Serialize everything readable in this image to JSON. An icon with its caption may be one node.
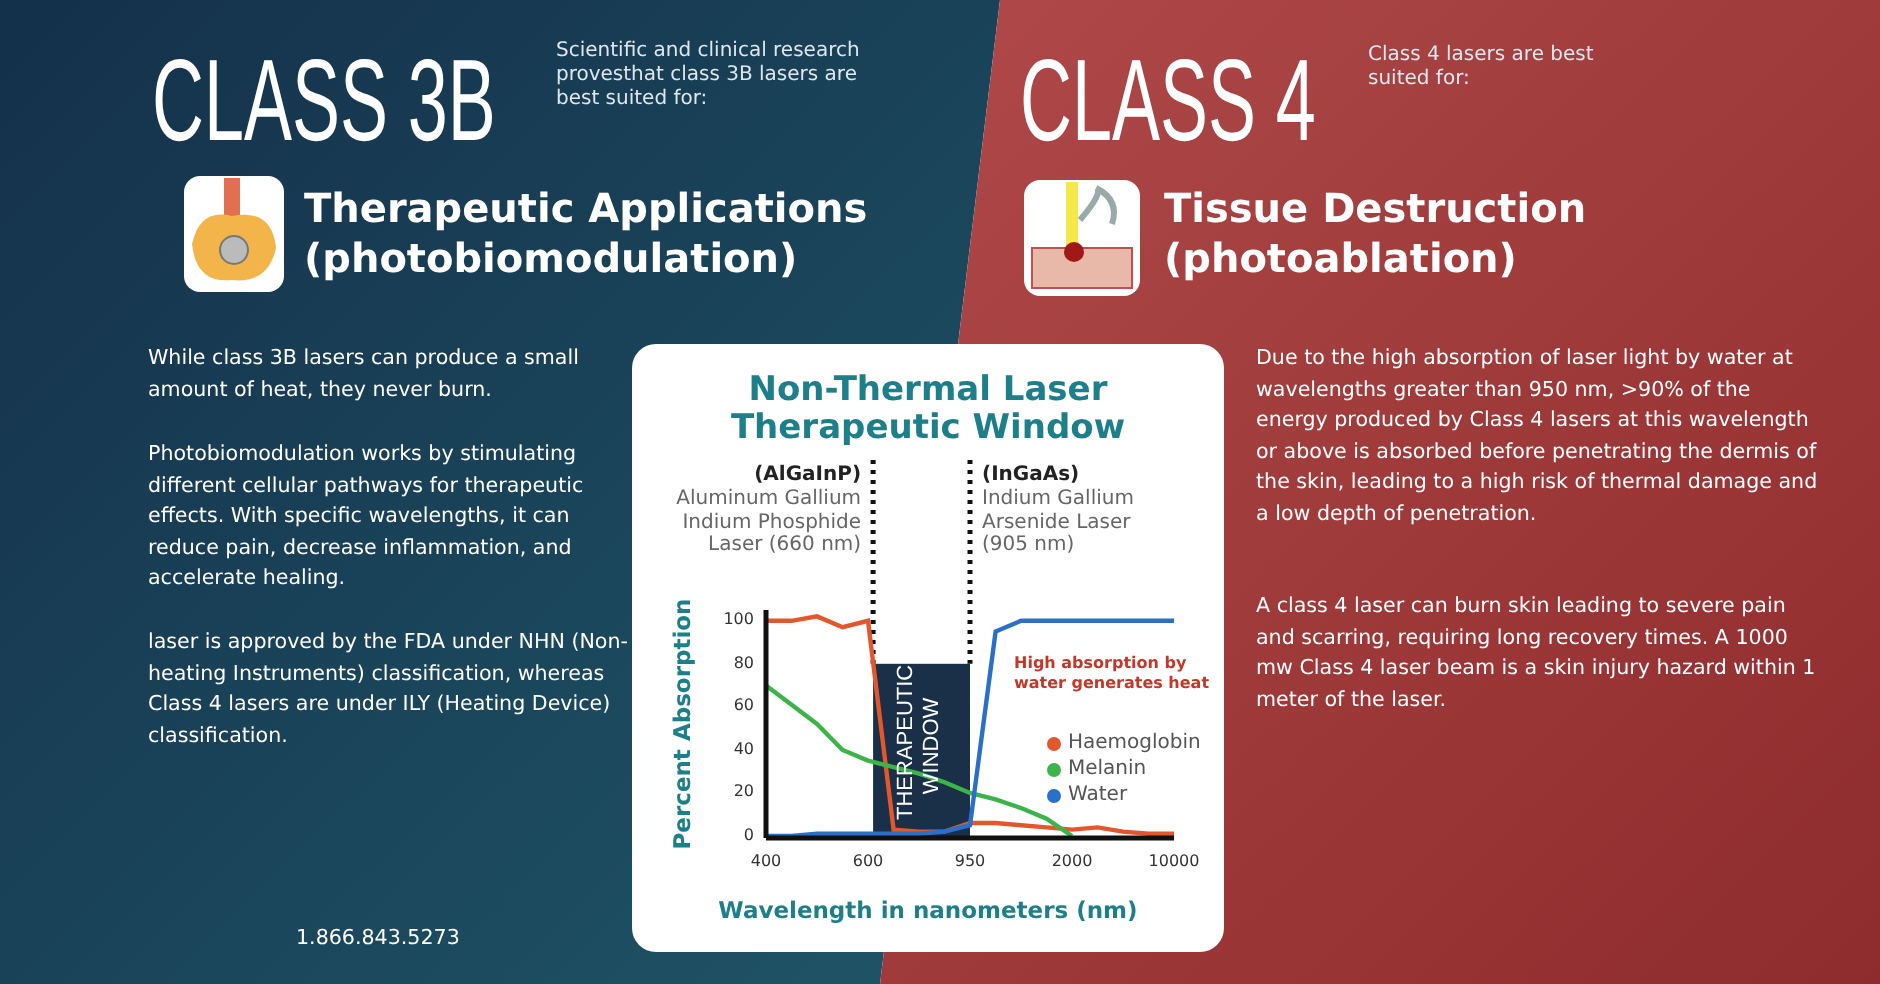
{
  "diagram": {
    "labels": [
      "CLASS 3B",
      "Scientific and clinical research provesthat class 3B lasers are best suited for:",
      "Therapeutic Applications (photobiomodulation)",
      "While class 3B lasers can produce a small amount of heat, they never burn.",
      "Photobiomodulation works by stimulating different cellular pathways for therapeutic effects. With specific wavelengths, it can reduce pain, decrease inflammation, and accelerate healing.",
      "laser is approved by the FDA under NHN (Non-heating Instruments) classification, whereas Class 4 lasers are under ILY (Heating Device) classification.",
      "1.866.843.5273",
      "CLASS 4",
      "Class 4 lasers are best suited for:",
      "Tissue Destruction (photoablation)",
      "Due to the high absorption of laser light by water at wavelengths greater than 950 nm, >90% of the energy produced by Class 4 lasers at this wavelength or above is absorbed before penetrating the dermis of the skin, leading to a high risk of thermal damage and a low depth of penetration.",
      "A class 4 laser can burn skin leading to severe pain and scarring, requiring long recovery times. A 1000 mw Class 4 laser beam is a skin injury hazard within 1 meter of the laser."
    ],
    "chart_data": {
      "type": "line",
      "title": "Non-Thermal Laser Therapeutic Window",
      "xlabel": "Wavelength in nanometers (nm)",
      "ylabel": "Percent Absorption",
      "categories": [
        "400",
        null,
        null,
        null,
        "600",
        null,
        null,
        null,
        "950",
        null,
        null,
        null,
        "2000",
        null,
        null,
        null,
        "10000"
      ],
      "ylim": [
        0,
        105
      ],
      "series": [
        {
          "name": "Haemoglobin",
          "color": "#e2572b",
          "values": [
            100,
            100,
            102,
            97,
            100,
            3,
            2,
            2,
            6,
            6,
            5,
            4,
            3,
            4,
            2,
            1,
            1
          ]
        },
        {
          "name": "Melanin",
          "color": "#3cb44a",
          "values": [
            70,
            61,
            52,
            40,
            35,
            32,
            29,
            25,
            20,
            17,
            13,
            8,
            0,
            null,
            null,
            null,
            null
          ]
        },
        {
          "name": "Water",
          "color": "#2a6fc9",
          "values": [
            0,
            0,
            1,
            1,
            1,
            1,
            1,
            2,
            5,
            95,
            100,
            100,
            100,
            100,
            100,
            100,
            100
          ]
        }
      ],
      "yticks": [
        0,
        20,
        40,
        60,
        80,
        100
      ],
      "legend": "right",
      "annotations": [
        "THERAPEUTIC WINDOW",
        "(AlGaInP)",
        "Aluminum Gallium Indium Phosphide Laser (660 nm)",
        "(InGaAs)",
        "Indium Gallium Arsenide Laser (905 nm)",
        "High absorption by water generates heat"
      ]
    }
  }
}
